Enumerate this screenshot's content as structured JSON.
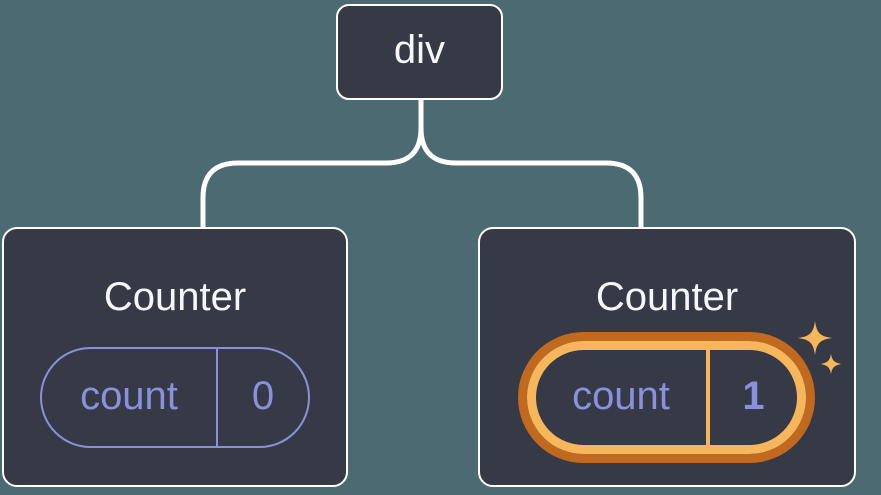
{
  "tree": {
    "root": {
      "label": "div"
    },
    "children": [
      {
        "title": "Counter",
        "state_name": "count",
        "state_value": "0",
        "highlighted": false
      },
      {
        "title": "Counter",
        "state_name": "count",
        "state_value": "1",
        "highlighted": true
      }
    ]
  },
  "icons": {
    "sparkle": "four-point-star-sparkle"
  },
  "colors": {
    "background": "#4C6A72",
    "node_fill": "#353A46",
    "node_border": "#FFFFFF",
    "connector": "#FFFFFF",
    "title_text": "#F6F7F9",
    "state_accent": "#8B90DC",
    "highlight_outer": "#C1691F",
    "highlight_inner": "#F6B65C"
  }
}
